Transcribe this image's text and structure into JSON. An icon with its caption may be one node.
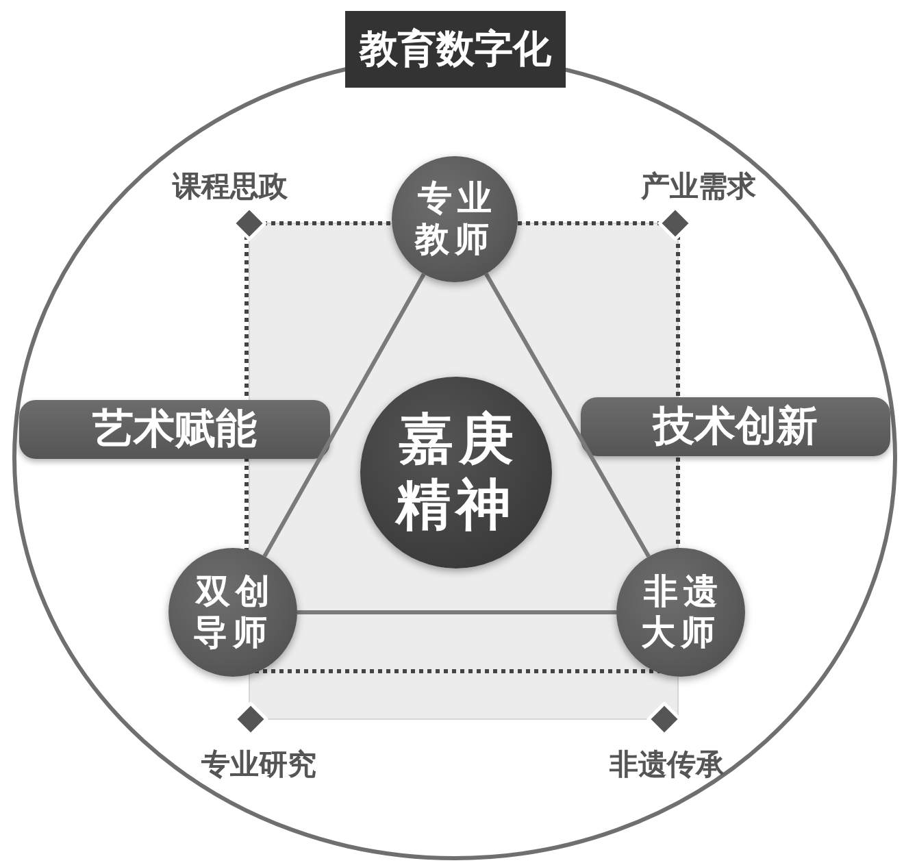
{
  "diagram": {
    "nodes": [
      {
        "text": [
          "教育数字化"
        ]
      },
      {
        "text": [
          "专业教师"
        ],
        "in": 0
      },
      {
        "text": [
          "艺术赋能"
        ],
        "in": 0
      },
      {
        "text": [
          "嘉庚精神"
        ],
        "in": 0
      },
      {
        "text": [
          "技术创新"
        ],
        "in": 0
      },
      {
        "text": [
          "双创导师"
        ],
        "in": 0
      },
      {
        "text": [
          "非遗大师"
        ],
        "in": 0
      }
    ],
    "edges": [
      {
        "from": 1,
        "to": 5,
        "arrow": "none"
      },
      {
        "from": 1,
        "to": 6,
        "arrow": "none"
      },
      {
        "from": 5,
        "to": 6,
        "arrow": "none"
      }
    ],
    "labels": [
      "课程思政",
      "产业需求",
      "专业研究",
      "非遗传承"
    ]
  }
}
